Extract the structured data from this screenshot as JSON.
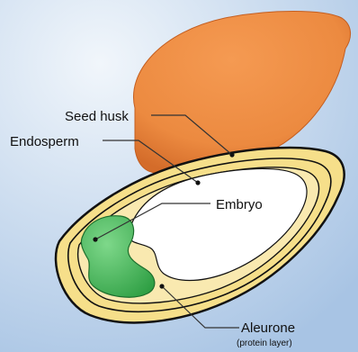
{
  "diagram": {
    "labels": {
      "seed_husk": "Seed husk",
      "endosperm": "Endosperm",
      "embryo": "Embryo",
      "aleurone": "Aleurone",
      "aleurone_note": "(protein layer)"
    },
    "colors": {
      "background_light": "#f1f6fb",
      "background_dark": "#a8c4e4",
      "husk": "#ec8a40",
      "husk_shade": "#d46c2a",
      "outer_layer": "#f6df8a",
      "aleurone_band": "#f9e9b0",
      "endosperm": "#ffffff",
      "embryo_light": "#7ed88a",
      "embryo_dark": "#2f9f44",
      "outline": "#111111",
      "leader_line": "#333333"
    }
  }
}
